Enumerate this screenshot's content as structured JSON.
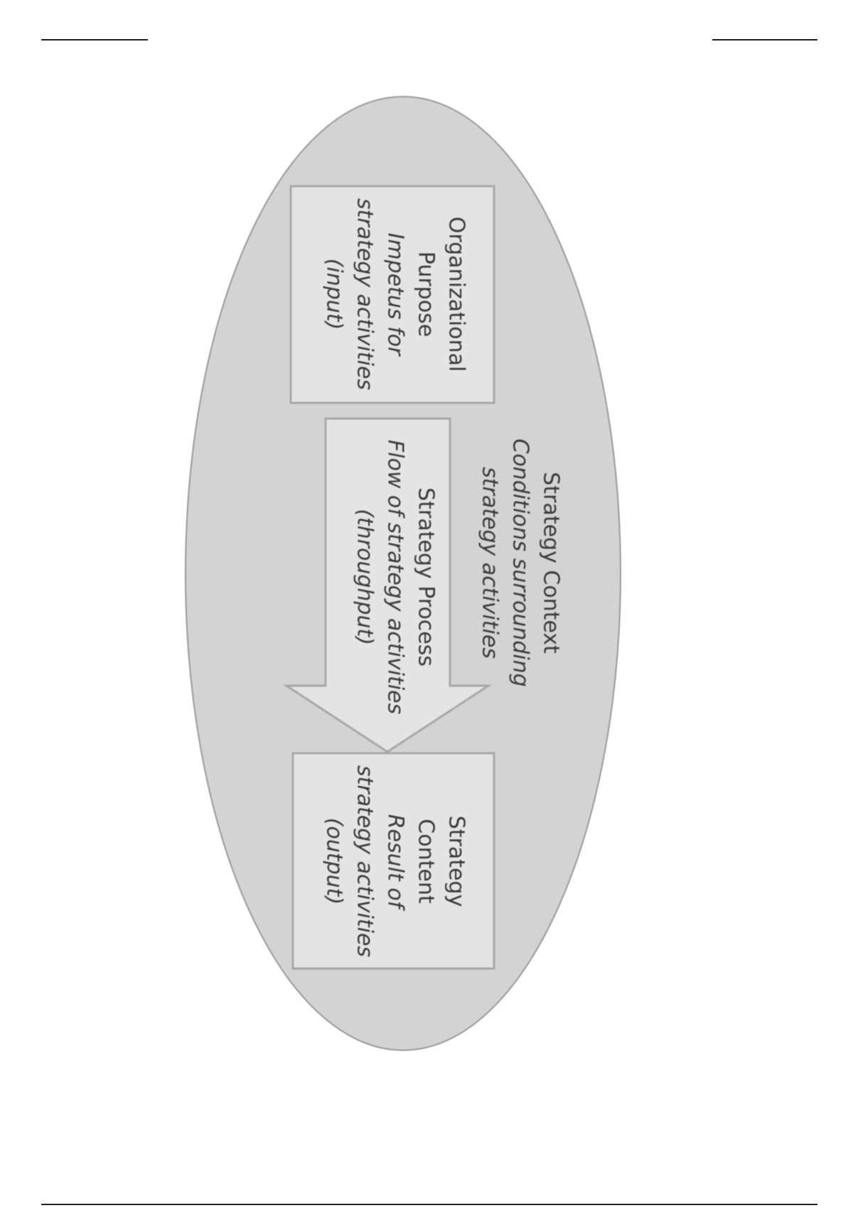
{
  "colors": {
    "ellipse_fill": "#d3d3d3",
    "ellipse_stroke": "#9a9a9a",
    "box_fill": "#e4e4e4",
    "box_stroke": "#a8a8a8",
    "text": "#3a3a3a"
  },
  "purpose": {
    "title1": "Organizational",
    "title2": "Purpose",
    "desc1": "Impetus for",
    "desc2": "strategy activities",
    "desc3": "(input)"
  },
  "process": {
    "title": "Strategy Process",
    "desc1": "Flow of strategy activities",
    "desc2": "(throughput)"
  },
  "context": {
    "title": "Strategy Context",
    "desc1": "Conditions surrounding",
    "desc2": "strategy activities"
  },
  "content": {
    "title1": "Strategy",
    "title2": "Content",
    "desc1": "Result of",
    "desc2": "strategy activities",
    "desc3": "(output)"
  }
}
